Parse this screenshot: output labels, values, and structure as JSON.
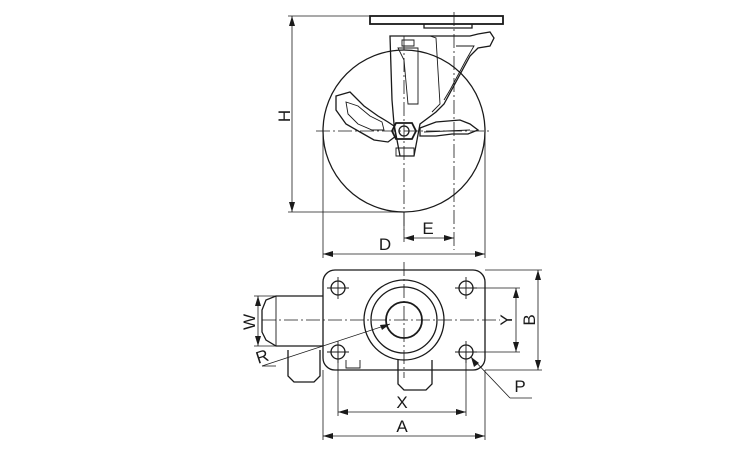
{
  "diagram": {
    "labels": {
      "H": "H",
      "E": "E",
      "D": "D",
      "W": "W",
      "R": "R",
      "Y": "Y",
      "B": "B",
      "P": "P",
      "X": "X",
      "A": "A"
    }
  }
}
